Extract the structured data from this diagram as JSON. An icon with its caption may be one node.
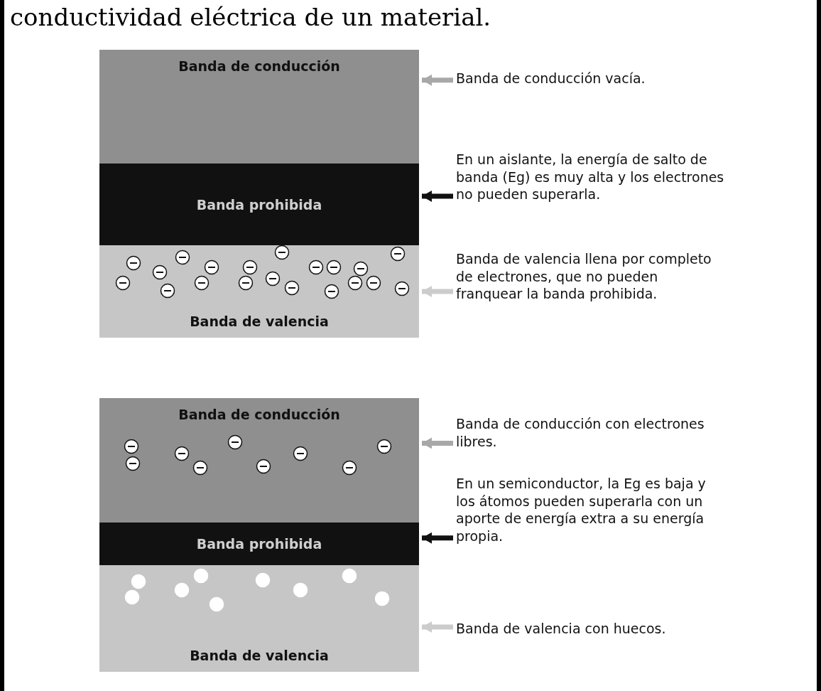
{
  "diagram": {
    "nodes": [
      {
        "text": [
          "Banda de conducción"
        ]
      },
      {
        "text": [
          "Banda prohibida"
        ]
      },
      {
        "text": [
          "Banda de valencia"
        ]
      },
      {
        "text": [
          "Banda de conducción vacía."
        ]
      },
      {
        "text": [
          "En un aislante, la energía de salto de banda (Eg) es muy alta y los electrones no pueden superarla."
        ]
      },
      {
        "text": [
          "Banda de valencia llena por completo de electrones, que no pueden franquear la banda prohibida."
        ]
      },
      {
        "text": [
          "Banda de conducción"
        ]
      },
      {
        "text": [
          "Banda prohibida"
        ]
      },
      {
        "text": [
          "Banda de valencia"
        ]
      },
      {
        "text": [
          "Banda de conducción con electrones libres."
        ]
      },
      {
        "text": [
          "En un semiconductor, la Eg es baja y los átomos pueden superarla con un aporte de energía extra a su energía propia."
        ]
      },
      {
        "text": [
          "Banda de valencia con huecos."
        ]
      }
    ],
    "edges": [
      {
        "from": 3,
        "to": 0,
        "arrow": "to",
        "color": "#a8a8a8"
      },
      {
        "from": 4,
        "to": 1,
        "arrow": "to",
        "color": "#111111"
      },
      {
        "from": 5,
        "to": 2,
        "arrow": "to",
        "color": "#cccccc"
      },
      {
        "from": 9,
        "to": 6,
        "arrow": "to",
        "color": "#a8a8a8"
      },
      {
        "from": 10,
        "to": 7,
        "arrow": "to",
        "color": "#111111"
      },
      {
        "from": 11,
        "to": 8,
        "arrow": "to",
        "color": "#cccccc"
      }
    ],
    "labels": [
      "conductividad eléctrica de un material."
    ]
  }
}
